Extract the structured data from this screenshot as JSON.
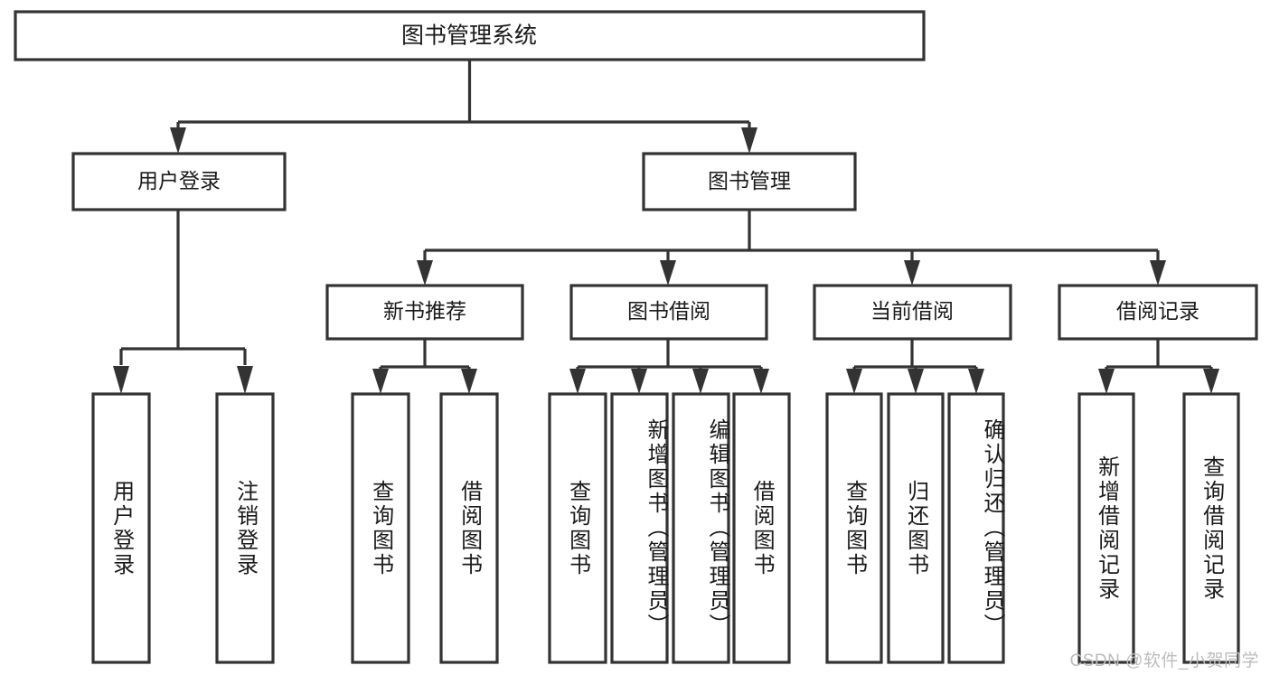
{
  "diagram": {
    "title": "图书管理系统",
    "watermark": "CSDN @软件_小贺同学",
    "type": "tree",
    "colors": {
      "box_stroke": "#333333",
      "box_fill": "#ffffff",
      "text": "#1a1a1a",
      "background": "#ffffff",
      "watermark": "#bcbcbc"
    },
    "root": {
      "id": "root",
      "label": "图书管理系统",
      "level": 0
    },
    "level1": [
      {
        "id": "user-login",
        "label": "用户登录",
        "level": 1
      },
      {
        "id": "book-manage",
        "label": "图书管理",
        "level": 1
      }
    ],
    "level2": [
      {
        "id": "new-book-recommend",
        "label": "新书推荐",
        "level": 2,
        "parent": "book-manage"
      },
      {
        "id": "book-borrow",
        "label": "图书借阅",
        "level": 2,
        "parent": "book-manage"
      },
      {
        "id": "current-borrow",
        "label": "当前借阅",
        "level": 2,
        "parent": "book-manage"
      },
      {
        "id": "borrow-record",
        "label": "借阅记录",
        "level": 2,
        "parent": "book-manage"
      }
    ],
    "leaves": [
      {
        "id": "leaf-user-login",
        "label": "用户登录",
        "parent": "user-login"
      },
      {
        "id": "leaf-user-logout",
        "label": "注销登录",
        "parent": "user-login"
      },
      {
        "id": "leaf-query-book-1",
        "label": "查询图书",
        "parent": "new-book-recommend"
      },
      {
        "id": "leaf-borrow-book-1",
        "label": "借阅图书",
        "parent": "new-book-recommend"
      },
      {
        "id": "leaf-query-book-2",
        "label": "查询图书",
        "parent": "book-borrow"
      },
      {
        "id": "leaf-add-book",
        "label": "新增图书（管理员）",
        "parent": "book-borrow"
      },
      {
        "id": "leaf-edit-book",
        "label": "编辑图书（管理员）",
        "parent": "book-borrow"
      },
      {
        "id": "leaf-borrow-book-2",
        "label": "借阅图书",
        "parent": "book-borrow"
      },
      {
        "id": "leaf-query-book-3",
        "label": "查询图书",
        "parent": "current-borrow"
      },
      {
        "id": "leaf-return-book",
        "label": "归还图书",
        "parent": "current-borrow"
      },
      {
        "id": "leaf-confirm-return",
        "label": "确认归还（管理员）",
        "parent": "current-borrow"
      },
      {
        "id": "leaf-add-record",
        "label": "新增借阅记录",
        "parent": "borrow-record"
      },
      {
        "id": "leaf-query-record",
        "label": "查询借阅记录",
        "parent": "borrow-record"
      }
    ]
  }
}
